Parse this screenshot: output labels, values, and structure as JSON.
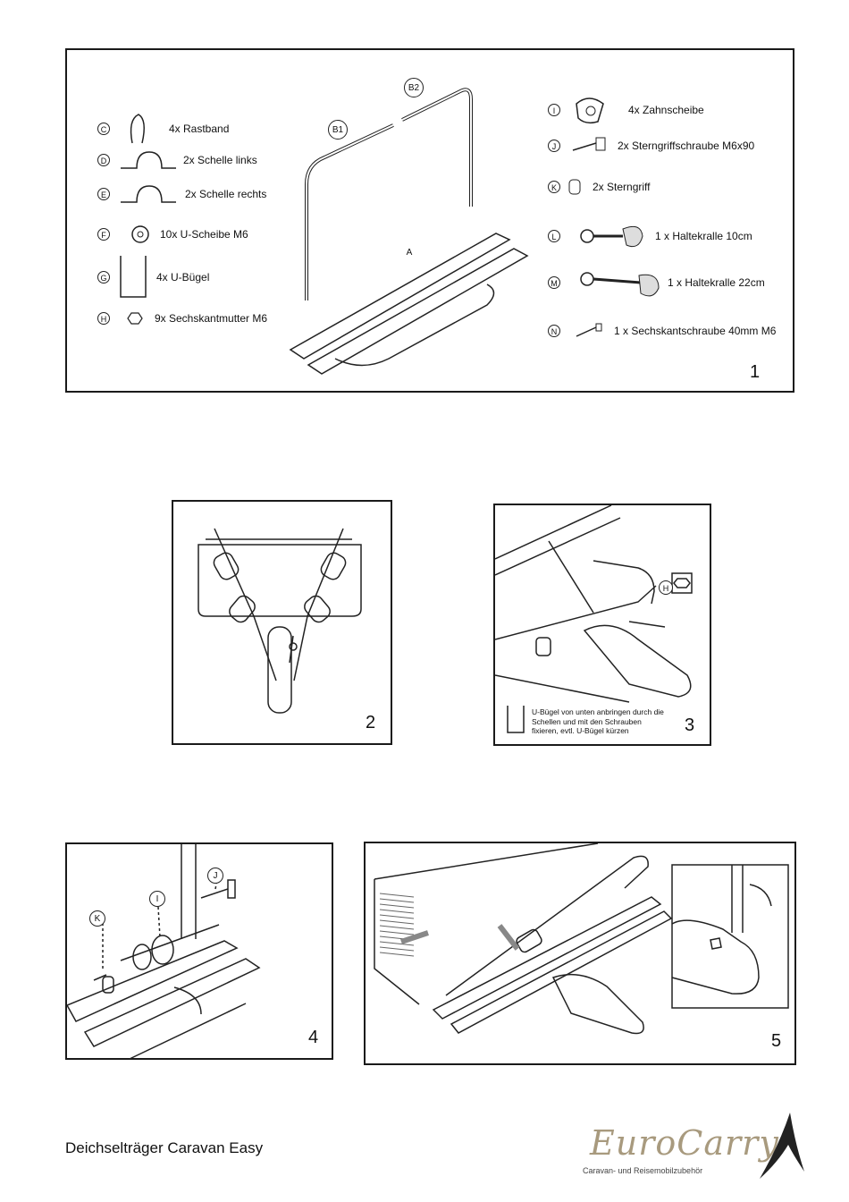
{
  "panel1": {
    "number": "1",
    "labels": {
      "b2": "B2",
      "b1": "B1",
      "a": "A"
    },
    "parts_left": [
      {
        "id": "C",
        "text": "4x  Rastband",
        "icon": "strap-icon"
      },
      {
        "id": "D",
        "text": "2x Schelle links",
        "icon": "clamp-left-icon"
      },
      {
        "id": "E",
        "text": "2x Schelle rechts",
        "icon": "clamp-right-icon"
      },
      {
        "id": "F",
        "text": "10x U-Scheibe M6",
        "icon": "washer-icon"
      },
      {
        "id": "G",
        "text": "4x  U-Bügel",
        "icon": "u-bracket-icon"
      },
      {
        "id": "H",
        "text": "9x  Sechskantmutter M6",
        "icon": "hex-nut-icon"
      }
    ],
    "parts_right": [
      {
        "id": "I",
        "text": "4x  Zahnscheibe",
        "icon": "toothed-disc-icon"
      },
      {
        "id": "J",
        "text": "2x  Sterngriffschraube M6x90",
        "icon": "star-screw-icon"
      },
      {
        "id": "K",
        "text": "2x  Sterngriff",
        "icon": "star-knob-icon"
      },
      {
        "id": "L",
        "text": "1 x Haltekralle 10cm",
        "icon": "claw-10-icon"
      },
      {
        "id": "M",
        "text": "1 x Haltekralle 22cm",
        "icon": "claw-22-icon"
      },
      {
        "id": "N",
        "text": "1 x Sechskantschraube 40mm M6",
        "icon": "hex-bolt-icon"
      }
    ]
  },
  "panel2": {
    "number": "2"
  },
  "panel3": {
    "number": "3",
    "label_h": "H",
    "note": [
      "U-Bügel von unten anbringen durch die",
      "Schellen und mit den Schrauben",
      "fixieren, evtl. U-Bügel kürzen"
    ]
  },
  "panel4": {
    "number": "4",
    "labels": {
      "k": "K",
      "i": "I",
      "j": "J"
    }
  },
  "panel5": {
    "number": "5"
  },
  "footer": {
    "title": "Deichselträger Caravan Easy",
    "brand": "EuroCarry",
    "brand_sub": "Caravan- und Reisemobilzubehör"
  }
}
